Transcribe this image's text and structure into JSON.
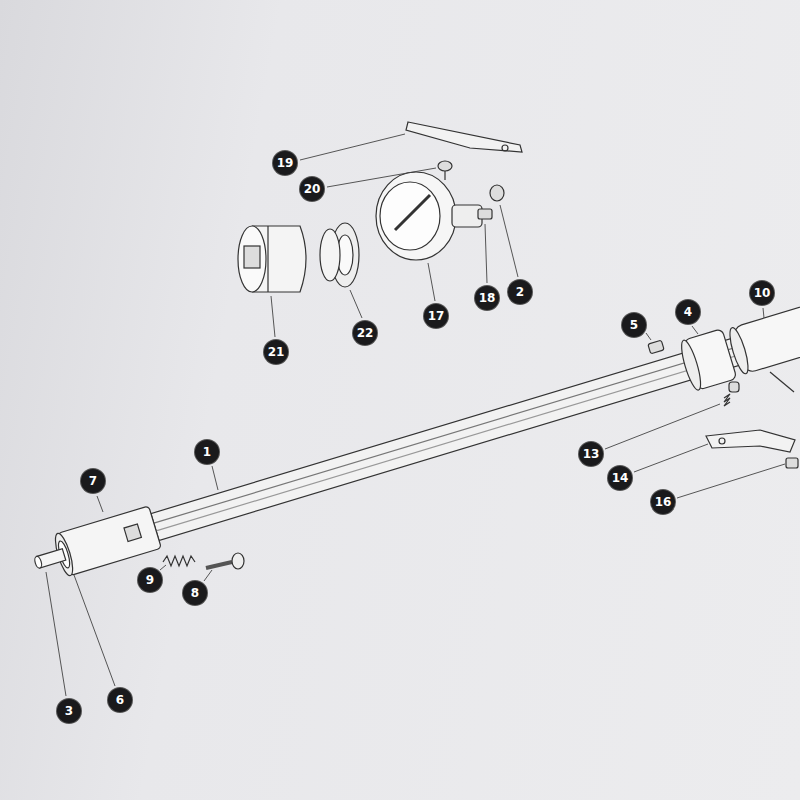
{
  "diagram": {
    "labels": [
      "19",
      "20",
      "2",
      "18",
      "17",
      "22",
      "21",
      "10",
      "4",
      "5",
      "13",
      "14",
      "16",
      "1",
      "7",
      "9",
      "8",
      "3",
      "6"
    ]
  }
}
